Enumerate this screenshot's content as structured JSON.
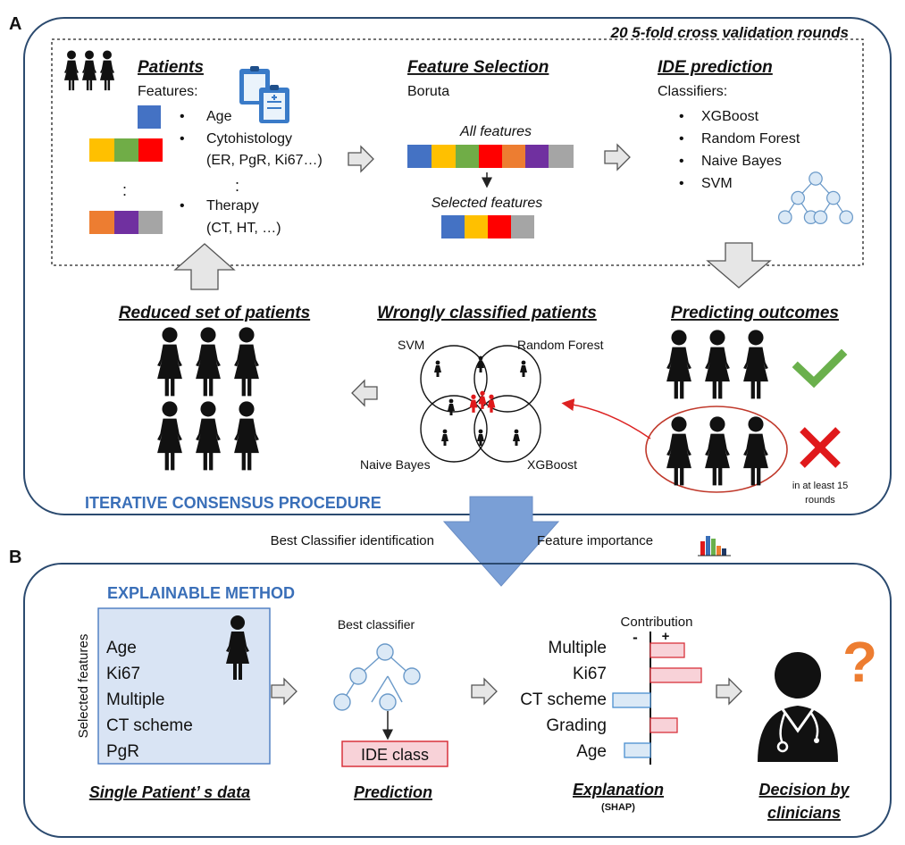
{
  "panel_a": {
    "letter": "A",
    "cv_label": "20 5-fold cross validation rounds",
    "patients": {
      "title": "Patients",
      "features_label": "Features:",
      "items": [
        "Age",
        "Cytohistology",
        "(ER, PgR, Ki67…)",
        "Therapy",
        "(CT, HT, …)"
      ],
      "dots": ":"
    },
    "feature_selection": {
      "title": "Feature Selection",
      "method": "Boruta",
      "all_label": "All features",
      "selected_label": "Selected features"
    },
    "ide_prediction": {
      "title": "IDE prediction",
      "classifiers_label": "Classifiers:",
      "classifiers": [
        "XGBoost",
        "Random Forest",
        "Naive Bayes",
        "SVM"
      ]
    },
    "reduced_set": {
      "title": "Reduced set of patients"
    },
    "wrongly": {
      "title": "Wrongly classified patients",
      "venn": [
        "SVM",
        "Random Forest",
        "Naive Bayes",
        "XGBoost"
      ]
    },
    "predicting": {
      "title": "Predicting outcomes",
      "note_line1": "in at least 15",
      "note_line2": "rounds"
    },
    "procedure_label": "ITERATIVE CONSENSUS PROCEDURE"
  },
  "between": {
    "left": "Best Classifier identification",
    "right": "Feature importance"
  },
  "panel_b": {
    "letter": "B",
    "method_label": "EXPLAINABLE METHOD",
    "selected_features_label": "Selected features",
    "features": [
      "Age",
      "Ki67",
      "Multiple",
      "CT scheme",
      "PgR"
    ],
    "single_patient": "Single Patient’ s data",
    "best_classifier": "Best classifier",
    "ide_class": "IDE class",
    "prediction": "Prediction",
    "contribution": "Contribution",
    "minus": "-",
    "plus": "+",
    "shap_features": [
      "Multiple",
      "Ki67",
      "CT scheme",
      "Grading",
      "Age"
    ],
    "explanation": "Explanation",
    "shap": "(SHAP)",
    "decision_line1": "Decision by",
    "decision_line2": "clinicians",
    "question": "?"
  },
  "colors": {
    "feature_blue": "#4472c4",
    "feature_yellow": "#ffc000",
    "feature_green": "#70ad47",
    "feature_red": "#ff0000",
    "feature_orange": "#ed7d31",
    "feature_purple": "#7030a0",
    "feature_gray": "#a5a5a5",
    "accent_blue": "#3a6fb8",
    "check_green": "#6ab04c",
    "cross_red": "#e0191b",
    "question_orange": "#ed7d31"
  }
}
